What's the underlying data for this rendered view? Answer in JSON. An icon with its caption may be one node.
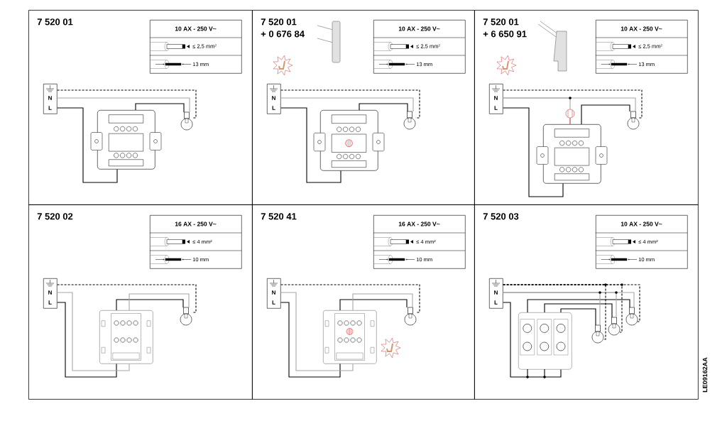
{
  "diagram": {
    "nodes": [
      {
        "text": [
          "7 520 01"
        ]
      },
      {
        "text": [
          "10 AX - 250 V~",
          "≤ 2,5 mm²",
          "13 mm"
        ],
        "in": 0
      },
      {
        "text": [
          "N",
          "L"
        ],
        "in": 0
      },
      {
        "text": [],
        "shape": "picture",
        "in": 0
      },
      {
        "text": [],
        "shape": "picture",
        "in": 0
      },
      {
        "text": [
          "7 520 01",
          "+ 0 676 84"
        ]
      },
      {
        "text": [
          "10 AX - 250 V~",
          "≤ 2,5 mm²",
          "13 mm"
        ],
        "in": 5
      },
      {
        "text": [
          "N",
          "L"
        ],
        "in": 5
      },
      {
        "text": [],
        "shape": "picture",
        "in": 5
      },
      {
        "text": [],
        "shape": "picture",
        "in": 5
      },
      {
        "text": [
          "7 520 01",
          "+ 6 650 91"
        ]
      },
      {
        "text": [
          "10 AX - 250 V~",
          "≤ 2,5 mm²",
          "13 mm"
        ],
        "in": 10
      },
      {
        "text": [
          "N",
          "L"
        ],
        "in": 10
      },
      {
        "text": [],
        "shape": "circle",
        "in": 10
      },
      {
        "text": [],
        "shape": "picture",
        "in": 10
      },
      {
        "text": [],
        "shape": "picture",
        "in": 10
      },
      {
        "text": [
          "7 520 02"
        ]
      },
      {
        "text": [
          "16 AX - 250 V~",
          "≤ 4 mm²",
          "10 mm"
        ],
        "in": 16
      },
      {
        "text": [
          "N",
          "L"
        ],
        "in": 16
      },
      {
        "text": [],
        "shape": "picture",
        "in": 16
      },
      {
        "text": [],
        "shape": "picture",
        "in": 16
      },
      {
        "text": [
          "7 520 41"
        ]
      },
      {
        "text": [
          "16 AX - 250 V~",
          "≤ 4 mm²",
          "10 mm"
        ],
        "in": 21
      },
      {
        "text": [
          "N",
          "L"
        ],
        "in": 21
      },
      {
        "text": [],
        "shape": "picture",
        "in": 21
      },
      {
        "text": [],
        "shape": "picture",
        "in": 21
      },
      {
        "text": [
          "7 520 03"
        ]
      },
      {
        "text": [
          "10 AX - 250 V~",
          "≤ 4 mm²",
          "10 mm"
        ],
        "in": 26
      },
      {
        "text": [
          "N",
          "L"
        ],
        "in": 26
      },
      {
        "text": [],
        "shape": "picture",
        "in": 26
      },
      {
        "text": [],
        "shape": "picture",
        "in": 26
      },
      {
        "text": [],
        "shape": "picture",
        "in": 26
      },
      {
        "text": [],
        "shape": "picture",
        "in": 26
      }
    ],
    "edges": [
      {
        "from": 2,
        "to": 3,
        "arrow": "none"
      },
      {
        "from": 3,
        "to": 4,
        "arrow": "none"
      },
      {
        "from": 2,
        "to": 4,
        "arrow": "none",
        "color": "#a6a6a6"
      },
      {
        "from": 2,
        "to": 4,
        "arrow": "none",
        "style": "dashed"
      },
      {
        "from": 7,
        "to": 8,
        "arrow": "none"
      },
      {
        "from": 8,
        "to": 9,
        "arrow": "none"
      },
      {
        "from": 7,
        "to": 9,
        "arrow": "none",
        "color": "#a6a6a6"
      },
      {
        "from": 7,
        "to": 9,
        "arrow": "none",
        "style": "dashed"
      },
      {
        "from": 12,
        "to": 14,
        "arrow": "none"
      },
      {
        "from": 14,
        "to": 15,
        "arrow": "none"
      },
      {
        "from": 12,
        "to": 15,
        "arrow": "none",
        "color": "#a6a6a6"
      },
      {
        "from": 12,
        "to": 15,
        "arrow": "none",
        "style": "dashed"
      },
      {
        "from": 12,
        "to": 13,
        "arrow": "none",
        "color": "#a6a6a6"
      },
      {
        "from": 13,
        "to": 14,
        "arrow": "none",
        "color": "#cc3333"
      },
      {
        "from": 18,
        "to": 19,
        "arrow": "none"
      },
      {
        "from": 18,
        "to": 19,
        "arrow": "none",
        "color": "#a6a6a6"
      },
      {
        "from": 19,
        "to": 20,
        "arrow": "none"
      },
      {
        "from": 19,
        "to": 20,
        "arrow": "none",
        "color": "#a6a6a6"
      },
      {
        "from": 18,
        "to": 20,
        "arrow": "none",
        "style": "dashed"
      },
      {
        "from": 23,
        "to": 24,
        "arrow": "none"
      },
      {
        "from": 23,
        "to": 24,
        "arrow": "none",
        "color": "#a6a6a6"
      },
      {
        "from": 24,
        "to": 25,
        "arrow": "none"
      },
      {
        "from": 24,
        "to": 25,
        "arrow": "none",
        "color": "#a6a6a6"
      },
      {
        "from": 23,
        "to": 25,
        "arrow": "none",
        "style": "dashed"
      },
      {
        "from": 28,
        "to": 29,
        "arrow": "none"
      },
      {
        "from": 29,
        "to": 30,
        "arrow": "none"
      },
      {
        "from": 29,
        "to": 31,
        "arrow": "none"
      },
      {
        "from": 29,
        "to": 32,
        "arrow": "none"
      },
      {
        "from": 28,
        "to": 30,
        "arrow": "none",
        "color": "#a6a6a6"
      },
      {
        "from": 28,
        "to": 31,
        "arrow": "none",
        "color": "#a6a6a6"
      },
      {
        "from": 28,
        "to": 32,
        "arrow": "none",
        "color": "#a6a6a6"
      },
      {
        "from": 28,
        "to": 30,
        "arrow": "none",
        "style": "dashed"
      },
      {
        "from": 28,
        "to": 31,
        "arrow": "none",
        "style": "dashed"
      },
      {
        "from": 28,
        "to": 32,
        "arrow": "none",
        "style": "dashed"
      }
    ],
    "labels": [
      "LE09162AA"
    ]
  }
}
